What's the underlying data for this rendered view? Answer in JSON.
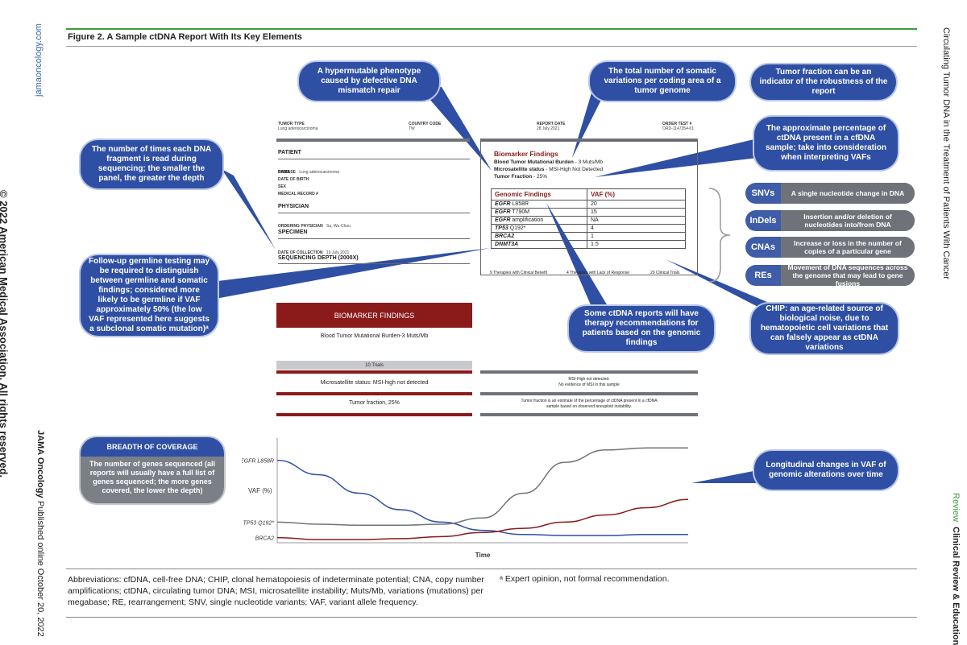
{
  "margins": {
    "left_site": "jamaoncology.com",
    "left_copyright": "© 2022 American Medical Association. All rights reserved.",
    "left_journal": "JAMA Oncology",
    "left_published": "Published online October 20, 2022",
    "right_title": "Circulating Tumor DNA in the Treatment of Patients With Cancer",
    "right_section_review": "Review",
    "right_section": "Clinical Review & Education"
  },
  "figure": {
    "title": "Figure 2. A Sample ctDNA Report With Its Key Elements",
    "header": {
      "tumor_type_label": "TUMOR TYPE",
      "tumor_type_value": "Lung adenocarcinoma",
      "country_label": "COUNTRY CODE",
      "country_value": "TW",
      "report_date_label": "REPORT DATE",
      "report_date_value": "28 July 2021",
      "order_label": "ORDER TEST #",
      "order_value": "ORD-1147354-01"
    },
    "patient": {
      "section": "PATIENT",
      "disease_label": "DISEASE",
      "disease_value": "Lung adenocarcinoma",
      "name_label": "NAME",
      "dob_label": "DATE OF BIRTH",
      "sex_label": "SEX",
      "mrn_label": "MEDICAL RECORD #",
      "physician_section": "PHYSICIAN",
      "ordering_label": "ORDERING PHYSICIAN",
      "ordering_value": "Su, Wu-Chou",
      "specimen_section": "SPECIMEN",
      "collection_label": "DATE OF COLLECTION",
      "collection_value": "19 July 2021",
      "depth": "SEQUENCING DEPTH (2000X)"
    },
    "biomarker_box": {
      "title": "Biomarker Findings",
      "tmb_label": "Blood Tumor Mutational Burden",
      "tmb_value": "- 3 Muts/Mb",
      "msi_label": "Microsatellite status",
      "msi_value": "- MSI-High Not Detected",
      "tf_label": "Tumor Fraction",
      "tf_value": "- 25%",
      "genomic_header": "Genomic Findings",
      "vaf_header": "VAF (%)",
      "rows": [
        {
          "gene": "EGFR",
          "variant": "L858R",
          "vaf": "20"
        },
        {
          "gene": "EGFR",
          "variant": "T790M",
          "vaf": "15"
        },
        {
          "gene": "EGFR",
          "variant": "amplification",
          "vaf": "NA"
        },
        {
          "gene": "TP53",
          "variant": "Q192*",
          "vaf": "4"
        },
        {
          "gene": "BRCA2",
          "variant": "",
          "vaf": "1"
        },
        {
          "gene": "DNMT3A",
          "variant": "",
          "vaf": "1.5"
        }
      ],
      "therapy_1": "9 Therapies with Clinical Benefit",
      "therapy_2": "4 Therapies with Lack of Response",
      "therapy_3": "20 Clinical Trials"
    },
    "lower": {
      "biomarker_header": "BIOMARKER FINDINGS",
      "tmb_line": "Blood Tumor Mutational Burden-3 Muts/Mb",
      "trials": "10 Trials",
      "msi_line": "Microsatellite status: MSI-high not detected",
      "tf_line": "Tumor fraction, 25%",
      "msi_note_1": "MSI-High not detected.",
      "msi_note_2": "No evidence of MSI in this sample",
      "tf_note_1": "Tumor fraction is an estimate of the percentage of ctDNA present in a cfDNA",
      "tf_note_2": "sample based on observed aneuploid instability."
    },
    "callouts": {
      "hypermutable": "A hypermutable phenotype caused by defective DNA mismatch repair",
      "tmb": "The total number of somatic variations per coding area of a tumor genome",
      "tumor_fraction": "Tumor fraction can be an indicator of the robustness of the report",
      "vaf": "The approximate percentage of ctDNA present in a cfDNA sample; take into consideration when interpreting VAFs",
      "depth": "The number of times each DNA fragment is read during sequencing; the smaller the panel, the greater the depth",
      "germline": "Follow-up germline testing may be required to distinguish between germline and somatic findings; considered more likely to be germline if VAF approximately 50% (the low VAF represented here suggests a subclonal somatic mutation)ᵃ",
      "therapy": "Some ctDNA reports will have therapy recommendations for patients based on the genomic findings",
      "chip": "CHIP: an age-related source of biological noise, due to hematopoietic cell variations that can falsely appear as ctDNA variations",
      "longitudinal": "Longitudinal changes in VAF of genomic alterations over time",
      "breadth_title": "BREADTH OF COVERAGE",
      "breadth_body": "The number of genes sequenced (all reports will usually have a full list of genes sequenced; the more genes covered, the lower the depth)"
    },
    "definitions": [
      {
        "code": "SNVs",
        "text": "A single nucleotide change in DNA"
      },
      {
        "code": "InDels",
        "text": "Insertion and/or deletion of nucleotides into/from DNA"
      },
      {
        "code": "CNAs",
        "text": "Increase or loss in the number of copies of a particular gene"
      },
      {
        "code": "REs",
        "text": "Movement of DNA sequences across the genome that may lead to gene fusions"
      }
    ],
    "footnotes": {
      "abbreviations": "Abbreviations: cfDNA, cell-free DNA; CHIP, clonal hematopoiesis of indeterminate potential; CNA, copy number amplifications; ctDNA, circulating tumor DNA; MSI, microsatellite instability; Muts/Mb, variations (mutations) per megabase; RE, rearrangement; SNV, single nucleotide variants; VAF, variant allele frequency.",
      "expert": "ᵃ Expert opinion, not formal recommendation."
    },
    "colors": {
      "bubble": "#2e4fa3",
      "red": "#8b1a1a",
      "green": "#3f9b3f",
      "gray": "#6f7379"
    }
  },
  "chart_data": {
    "type": "line",
    "xlabel": "Time",
    "ylabel": "VAF (%)",
    "x": [
      0,
      1,
      2,
      3,
      4,
      5,
      6,
      7,
      8,
      9,
      10
    ],
    "series": [
      {
        "name": "EGFR L858R",
        "color": "#2e4fa3",
        "values": [
          80,
          66,
          48,
          32,
          20,
          12,
          8,
          7,
          7,
          8,
          8
        ]
      },
      {
        "name": "TP53 Q192*",
        "color": "#6f7379",
        "values": [
          20,
          18,
          17,
          17,
          18,
          24,
          48,
          78,
          90,
          92,
          92
        ]
      },
      {
        "name": "BRCA2",
        "color": "#8b1a1a",
        "values": [
          5,
          3,
          3,
          4,
          6,
          10,
          14,
          20,
          27,
          34,
          42
        ]
      }
    ],
    "ylim": [
      0,
      100
    ]
  }
}
